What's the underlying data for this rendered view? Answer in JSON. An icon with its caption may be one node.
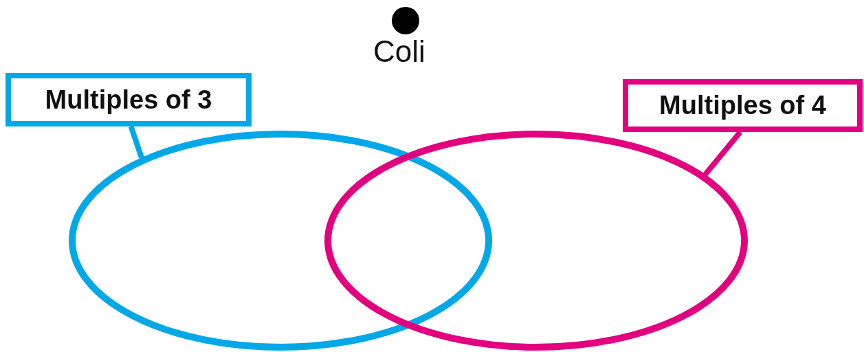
{
  "diagram": {
    "nodes": [
      {
        "text": [
          "Multiples of 3"
        ]
      },
      {
        "text": [
          "Multiples of 4"
        ]
      },
      {
        "text": [],
        "shape": "ellipse"
      },
      {
        "text": [],
        "shape": "ellipse"
      },
      {
        "text": [],
        "shape": "circle",
        "beside": [
          "Coli"
        ]
      }
    ],
    "edges": [
      {
        "from": 0,
        "to": 2,
        "arrow": "none",
        "color": "#00a8e8"
      },
      {
        "from": 1,
        "to": 3,
        "arrow": "none",
        "color": "#e2007f"
      }
    ]
  }
}
